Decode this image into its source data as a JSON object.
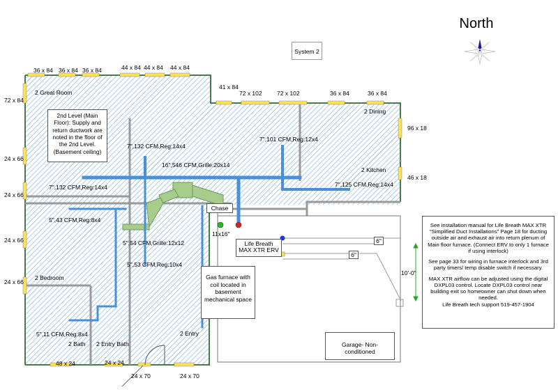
{
  "north_label": "North",
  "system_label": "System 2",
  "dimensions": {
    "top_left_1": "36 x 84",
    "top_left_2": "36 x 84",
    "top_left_3": "36 x 84",
    "top_mid_1": "44 x 84",
    "top_mid_2": "44 x 84",
    "top_mid_3": "44 x 84",
    "dining_1": "41 x 84",
    "dining_2": "72 x 102",
    "dining_3": "72 x 102",
    "dining_4": "36 x 84",
    "dining_5": "36 x 84",
    "left_1": "72 x 84",
    "left_2": "24 x 66",
    "left_3": "24 x 66",
    "left_4": "24 x 66",
    "left_5": "24 x 66",
    "right_1": "96 x 18",
    "right_2": "46 x 18",
    "bottom_1": "48 x 24",
    "bottom_2": "24 x 24",
    "bottom_3": "24 x 70",
    "bottom_4": "24 x 70"
  },
  "rooms": {
    "great_room": "2 Great Room",
    "dining": "2 Dining",
    "kitchen": "2 Kitchen",
    "bedroom": "2 Bedroom",
    "bath": "2 Bath",
    "entry_bath": "2 Entry Bath",
    "entry": "2 Entry"
  },
  "ducts": {
    "d1": "7\",132 CFM,Reg:14x4",
    "d2": "7\",101 CFM,Reg:12x4",
    "d3": "16\",546 CFM,Grille:20x14",
    "d4": "7\",132 CFM,Reg:14x4",
    "d5": "7\",125 CFM,Reg:14x4",
    "d6": "5\",43 CFM,Reg:8x4",
    "d7": "5\",54 CFM,Grille:12x12",
    "d8": "5\",53 CFM,Reg:10x4",
    "d9": "5\",11 CFM,Reg:8x4"
  },
  "chase_label": "Chase",
  "chase_size": "11x16\"",
  "level_note": "2nd Level (Main Floor): Supply and return ductwork are noted in the floor of the 2nd Level. (Basement ceiling)",
  "furnace_note": "Gas furnace with coil located in basement mechanical space",
  "erv_label": "Life Breath MAX XTR ERV",
  "pipe_size_1": "6\"",
  "pipe_size_2": "6\"",
  "span_label": "10'-0\"",
  "garage_label": "Garage- Non-conditioned",
  "install_notes": [
    "See installation manual for Life Breath MAX XTR \"Simplified Duct Installations\" Page 18 for ducting outside air and exhaust air into return plenum of Main floor furnace. (Connect ERV to only 1 furnace if using interlock)",
    "See page 33 for wiring in furnace interlock and 3rd party timers/ temp disable switch if necessary.",
    "MAX XTR airflow can be adjusted using the digital DXPL03 control. Locate DXPL03 control near building exit so homeowner can shut down when needed.",
    "Life Breath tech support 519-457-1904"
  ],
  "colors": {
    "supply_duct": "#4a90d9",
    "return_duct": "#a8cc8c",
    "hatch": "#7fb0dd",
    "window": "#ffe24d",
    "wall_exterior": "#4a7a4a",
    "wall_interior": "#999999",
    "compass_north": "#1a1aa8"
  }
}
